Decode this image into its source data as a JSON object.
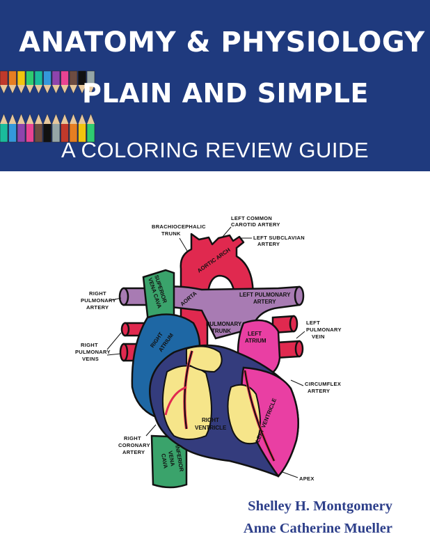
{
  "cover": {
    "title_line1": "ANATOMY & PHYSIOLOGY",
    "title_line2": "PLAIN AND SIMPLE",
    "subtitle": "A COLORING REVIEW GUIDE",
    "authors": [
      "Shelley H. Montgomery",
      "Anne Catherine Mueller"
    ],
    "banner_color": "#1f3a7e"
  },
  "heart_labels": {
    "brachiocephalic": [
      "BRACHIOCEPHALIC",
      "TRUNK"
    ],
    "left_common_carotid": [
      "LEFT COMMON",
      "CAROTID ARTERY"
    ],
    "left_subclavian": [
      "LEFT SUBCLAVIAN",
      "ARTERY"
    ],
    "aortic_arch": "AORTIC ARCH",
    "aorta": "AORTA",
    "superior_vena_cava": [
      "SUPERIOR",
      "VENA CAVA"
    ],
    "right_pulmonary_artery": [
      "RIGHT",
      "PULMONARY",
      "ARTERY"
    ],
    "left_pulmonary_artery": [
      "LEFT PULMONARY",
      "ARTERY"
    ],
    "pulmonary_trunk": [
      "PULMONARY",
      "TRUNK"
    ],
    "left_atrium": [
      "LEFT",
      "ATRIUM"
    ],
    "left_pulmonary_vein": [
      "LEFT",
      "PULMONARY",
      "VEIN"
    ],
    "right_pulmonary_veins": [
      "RIGHT",
      "PULMONARY",
      "VEINS"
    ],
    "right_atrium": [
      "RIGHT",
      "ATRIUM"
    ],
    "circumflex_artery": [
      "CIRCUMFLEX",
      "ARTERY"
    ],
    "right_ventricle": [
      "RIGHT",
      "VENTRICLE"
    ],
    "left_ventricle": "LEFT VENTRICLE",
    "right_coronary_artery": [
      "RIGHT",
      "CORONARY",
      "ARTERY"
    ],
    "inferior_vena_cava": [
      "INFERIOR",
      "VENA",
      "CAVA"
    ],
    "apex": "APEX"
  }
}
